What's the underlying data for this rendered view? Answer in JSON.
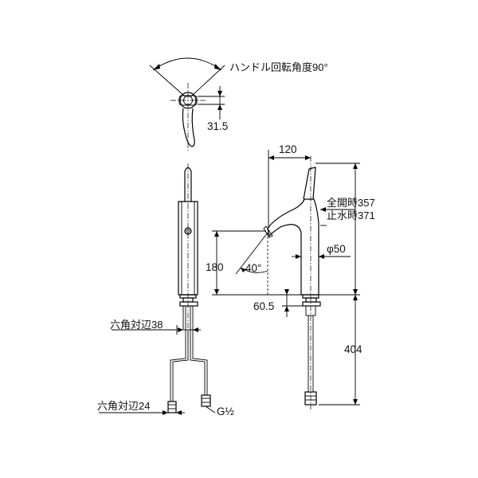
{
  "labels": {
    "handle_rotation": "ハンドル回転角度90°",
    "dim_31_5": "31.5",
    "dim_120": "120",
    "full_open": "全開時357",
    "stop_water": "止水時371",
    "phi50": "φ50",
    "dim_180": "180",
    "angle_40": "40°",
    "dim_60_5": "60.5",
    "dim_404": "404",
    "hex38": "六角対辺38",
    "hex24": "六角対辺24",
    "g_half": "G½"
  }
}
